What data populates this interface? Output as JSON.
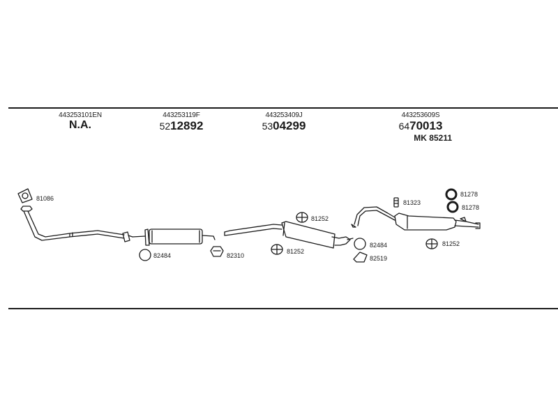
{
  "sections": [
    {
      "oem": "443253101EN",
      "part": "N.A."
    },
    {
      "oem": "443253119F",
      "prefix": "52",
      "number": "12892"
    },
    {
      "oem": "443253409J",
      "prefix": "53",
      "number": "04299"
    },
    {
      "oem": "443253609S",
      "prefix": "64",
      "number": "70013",
      "mk": "MK  85211"
    }
  ],
  "parts": {
    "gasket": "81086",
    "ring_front": "82484",
    "clamp_mid": "82310",
    "hanger_mid_upper": "81252",
    "hanger_mid_lower": "81252",
    "ring_rear": "82484",
    "bracket_rear": "82519",
    "clamp_rear": "81323",
    "rubber_ring_1": "81278",
    "rubber_ring_2": "81278",
    "hanger_rear": "81252"
  },
  "colors": {
    "line": "#1a1a1a"
  }
}
